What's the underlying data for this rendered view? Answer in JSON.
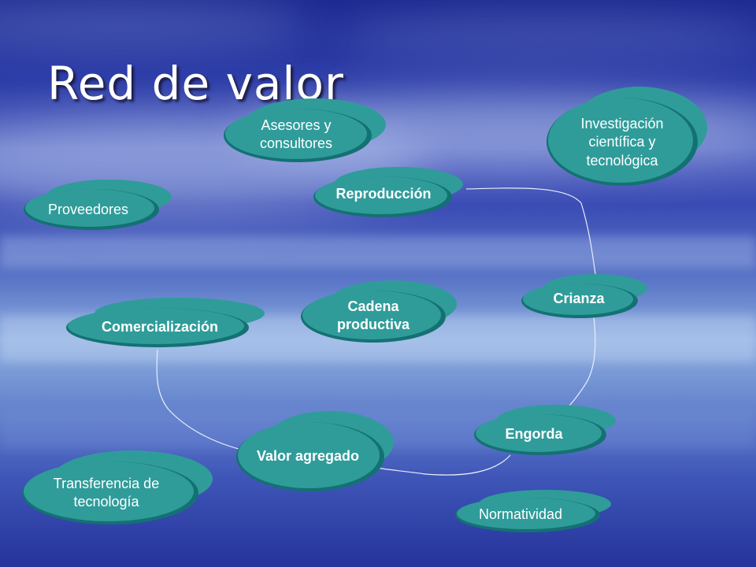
{
  "title": "Red de valor",
  "colors": {
    "node_top": "#2f9c9a",
    "node_mid": "#1e8684",
    "node_dark": "#147173",
    "link": "#e8eef8"
  },
  "nodes": {
    "asesores": "Asesores y consultores",
    "investigacion": "Investigación científica y tecnológica",
    "proveedores": "Proveedores",
    "reproduccion": "Reproducción",
    "cadena": "Cadena productiva",
    "crianza": "Crianza",
    "comercializacion": "Comercialización",
    "engorda": "Engorda",
    "valor": "Valor agregado",
    "transferencia": "Transferencia de tecnología",
    "normatividad": "Normatividad"
  }
}
